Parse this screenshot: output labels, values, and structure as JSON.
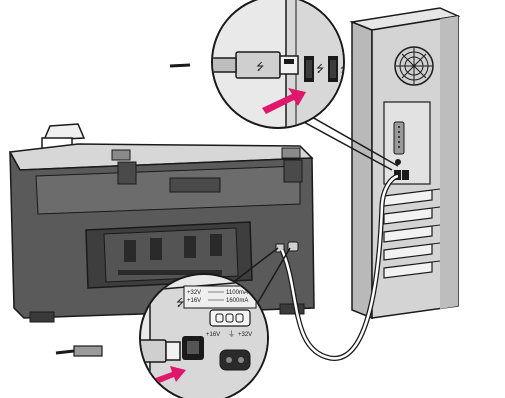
{
  "figure": {
    "rear_port_labels": {
      "rating": "+32V === 1100mA\n+16V === 1600mA",
      "rating_line1": "+32V",
      "rating_line1b": "1100mA",
      "rating_line2": "+16V",
      "rating_line2b": "1600mA",
      "pins_left": "+16V",
      "pins_right": "+32V"
    },
    "colors": {
      "arrow": "#e0186c",
      "outline": "#1a1a1a",
      "printer_body": "#cfcfcf",
      "printer_dark": "#3a3a3a",
      "tower_light": "#dcdcdc",
      "tower_shadow": "#9a9a9a"
    },
    "icons": [
      "usb-symbol-icon",
      "usb-symbol-icon",
      "usb-symbol-icon",
      "usb-symbol-icon"
    ]
  }
}
